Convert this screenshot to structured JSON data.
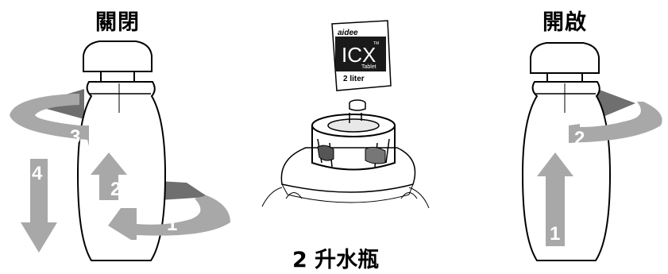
{
  "headings": {
    "closed": "關閉",
    "open": "開啟"
  },
  "caption": "2 升水瓶",
  "steps": {
    "close_step_1": "1",
    "close_step_2": "2",
    "close_step_3": "3",
    "close_step_4": "4",
    "open_step_1": "1",
    "open_step_2": "2"
  },
  "tablet_packet": {
    "brand": "aidee",
    "product": "ICX",
    "trademark": "TM",
    "type": "Tablet",
    "volume": "2 liter"
  },
  "colors": {
    "arrow_dark": "#6f6f6f",
    "arrow_light": "#a8a8a8",
    "outline": "#000000"
  }
}
